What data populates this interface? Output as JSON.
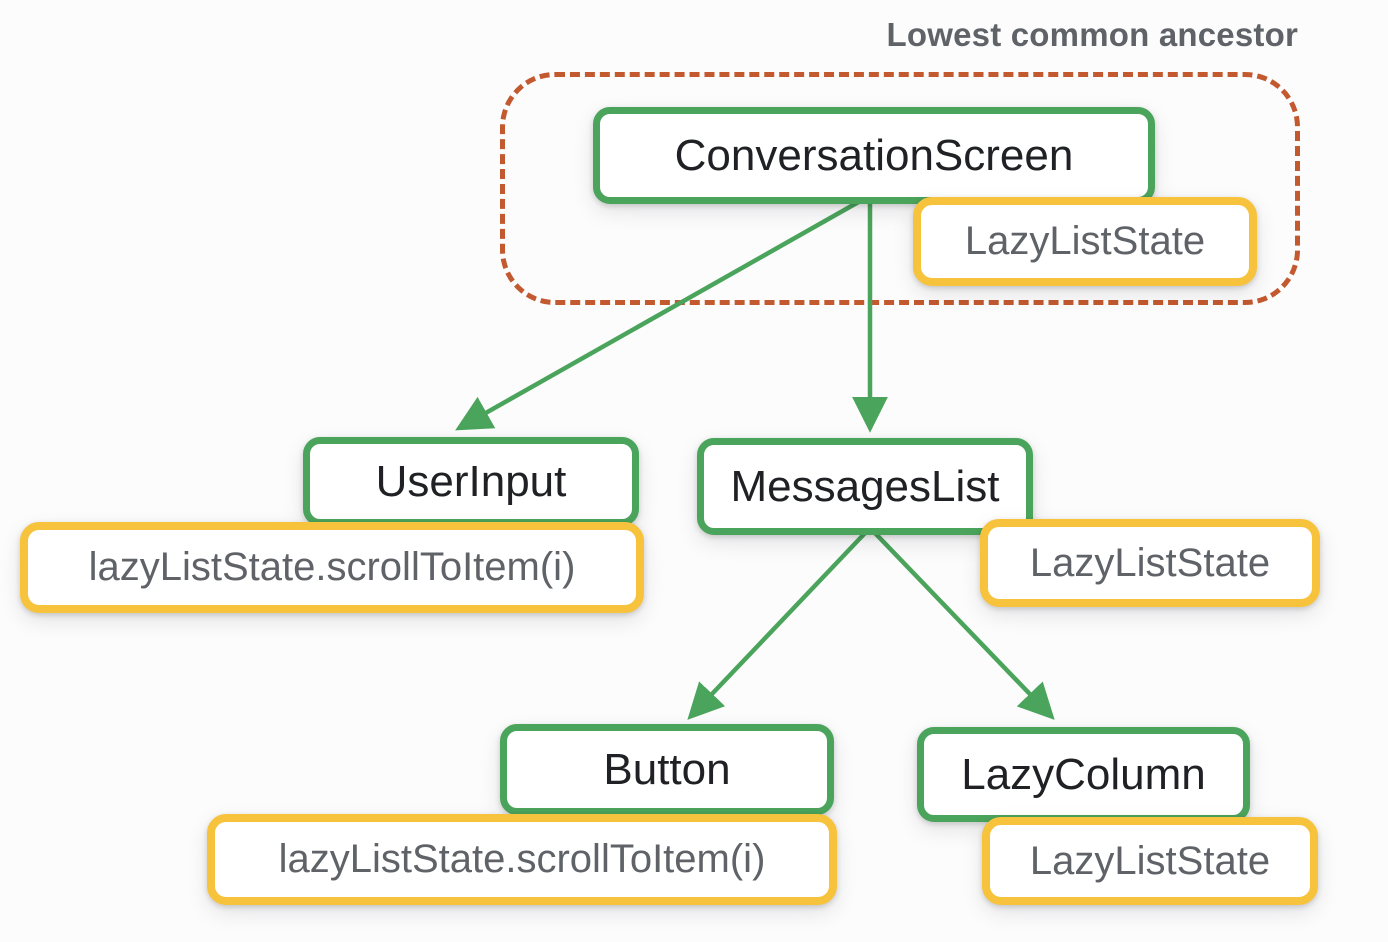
{
  "annotation": {
    "label": "Lowest common ancestor"
  },
  "colors": {
    "composable_border": "#4BA45C",
    "state_border": "#F8C33C",
    "ancestor_outline": "#C2592F",
    "arrow": "#4BA45C",
    "label_text": "#202124",
    "state_text": "#5F6368",
    "annotation_text": "#5F6368",
    "canvas_bg": "#fcfcfd"
  },
  "nodes": {
    "conversation_screen": {
      "label": "ConversationScreen",
      "type": "composable"
    },
    "conversation_state": {
      "label": "LazyListState",
      "type": "state"
    },
    "user_input": {
      "label": "UserInput",
      "type": "composable"
    },
    "user_input_call": {
      "label": "lazyListState.scrollToItem(i)",
      "type": "state"
    },
    "messages_list": {
      "label": "MessagesList",
      "type": "composable"
    },
    "messages_list_state": {
      "label": "LazyListState",
      "type": "state"
    },
    "button": {
      "label": "Button",
      "type": "composable"
    },
    "button_call": {
      "label": "lazyListState.scrollToItem(i)",
      "type": "state"
    },
    "lazy_column": {
      "label": "LazyColumn",
      "type": "composable"
    },
    "lazy_column_state": {
      "label": "LazyListState",
      "type": "state"
    }
  },
  "edges": [
    {
      "from": "conversation_screen",
      "to": "user_input"
    },
    {
      "from": "conversation_screen",
      "to": "messages_list"
    },
    {
      "from": "messages_list",
      "to": "button"
    },
    {
      "from": "messages_list",
      "to": "lazy_column"
    }
  ]
}
